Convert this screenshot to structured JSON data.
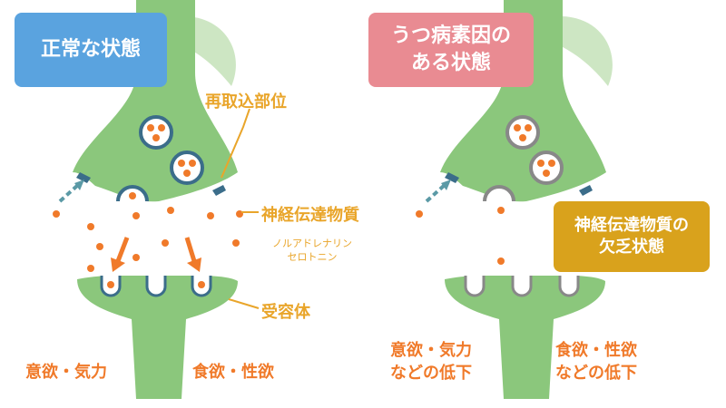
{
  "normal": {
    "title": "正常な状態",
    "reuptake_label": "再取込部位",
    "neurotransmitter_label": "神経伝達物質",
    "neurotransmitter_examples": [
      "ノルアドレナリン",
      "セロトニン"
    ],
    "receptor_label": "受容体",
    "bottom_left": "意欲・気力",
    "bottom_right": "食欲・性欲"
  },
  "depression": {
    "title_lines": [
      "うつ病素因の",
      "ある状態"
    ],
    "deficiency_lines": [
      "神経伝達物質の",
      "欠乏状態"
    ],
    "bottom_left_lines": [
      "意欲・気力",
      "などの低下"
    ],
    "bottom_right_lines": [
      "食欲・性欲",
      "などの低下"
    ]
  },
  "colors": {
    "neuron_green": "#8bc77c",
    "leaf_green": "#cde6c3",
    "vesicle_outline": "#3b6d8a",
    "dot_orange": "#f07a2a",
    "label_gold": "#e9a52a",
    "badge_blue": "#5aa3df",
    "badge_pink": "#e98b92",
    "badge_gold": "#d9a21c",
    "receptor_gray": "#888888"
  }
}
